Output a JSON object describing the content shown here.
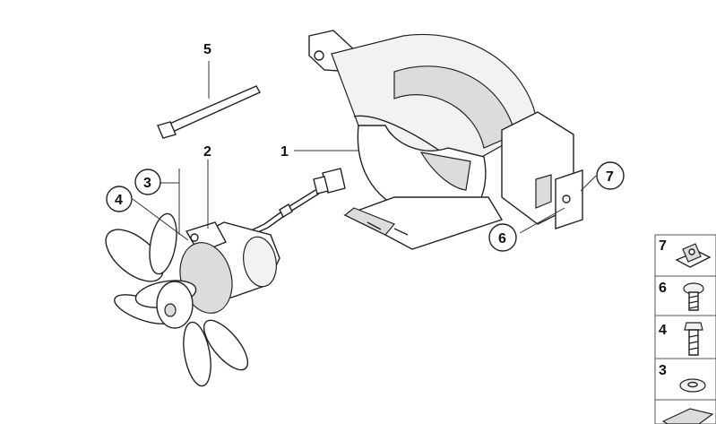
{
  "callouts": {
    "c1": "1",
    "c2": "2",
    "c3": "3",
    "c4": "4",
    "c5": "5",
    "c6": "6",
    "c7": "7"
  },
  "legend": {
    "items": [
      {
        "number": "7",
        "icon": "clip-nut-icon"
      },
      {
        "number": "6",
        "icon": "screw-icon"
      },
      {
        "number": "4",
        "icon": "bolt-icon"
      },
      {
        "number": "3",
        "icon": "washer-icon"
      },
      {
        "number": "",
        "icon": "part-icon"
      }
    ]
  }
}
